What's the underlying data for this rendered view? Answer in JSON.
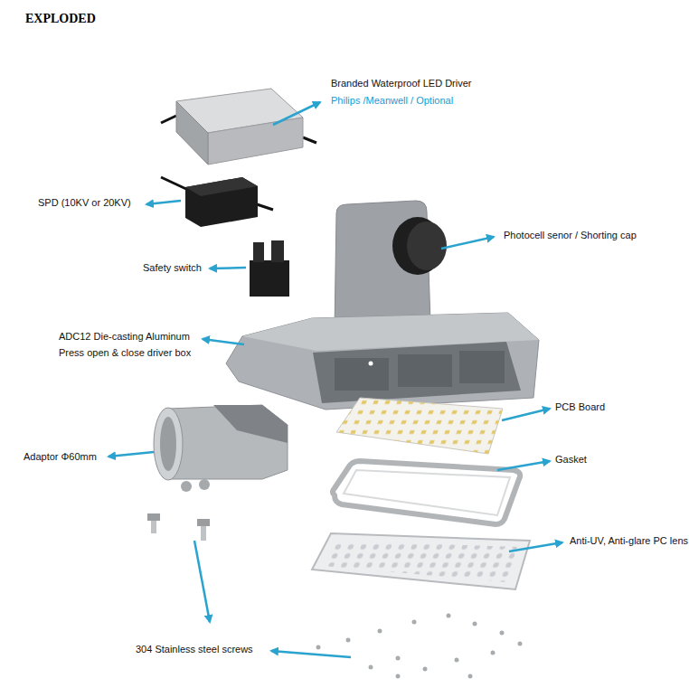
{
  "diagram": {
    "title": "EXPLODED",
    "labels": [
      "Branded Waterproof LED Driver",
      "Philips /Meanwell / Optional",
      "SPD (10KV or 20KV)",
      "Safety switch",
      "Photocell senor / Shorting cap",
      "ADC12 Die-casting Aluminum",
      "Press open & close driver box",
      "PCB Board",
      "Gasket",
      "Adaptor Φ60mm",
      "Anti-UV, Anti-glare PC lens",
      "304 Stainless steel screws"
    ]
  }
}
